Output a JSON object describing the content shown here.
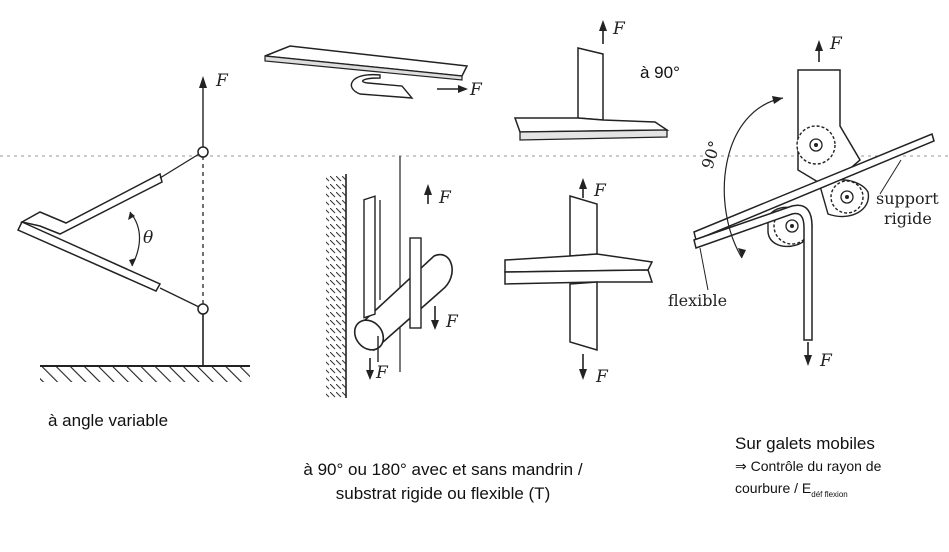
{
  "labels": {
    "force": "F",
    "theta": "θ",
    "angle_90_label": "à 90°",
    "angle_90_arc": "90°",
    "support_label_line1": "support",
    "support_label_line2": "rigide",
    "flexible_label": "flexible"
  },
  "captions": {
    "variable_angle": "à angle variable",
    "mandrel_line1": "à 90° ou 180° avec et sans mandrin /",
    "mandrel_line2": "substrat rigide ou flexible (T)",
    "rollers_title": "Sur galets mobiles",
    "rollers_line2": "⇒ Contrôle du rayon de",
    "rollers_line3_main": "courbure / E",
    "rollers_line3_sub": "déf flexion"
  }
}
